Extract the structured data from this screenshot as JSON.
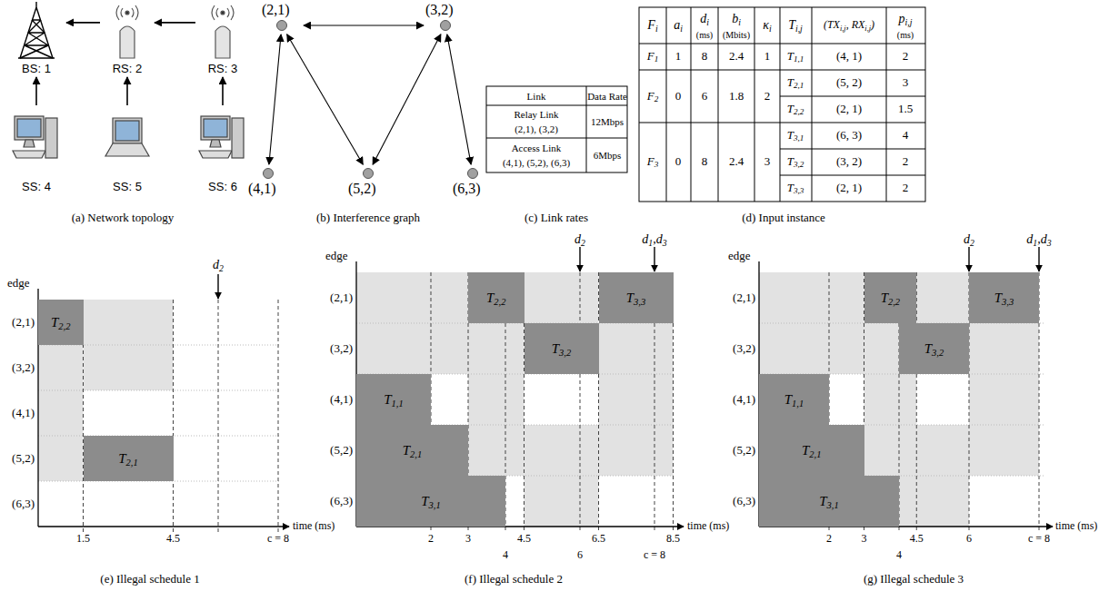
{
  "diagram": {
    "nodes": [
      {
        "text": [
          "BS: 1"
        ]
      },
      {
        "text": [
          "RS: 2"
        ]
      },
      {
        "text": [
          "RS: 3"
        ]
      },
      {
        "text": [
          "SS: 4"
        ]
      },
      {
        "text": [
          "SS: 5"
        ]
      },
      {
        "text": [
          "SS: 6"
        ]
      },
      {
        "text": [
          "(2,1)"
        ]
      },
      {
        "text": [
          "(3,2)"
        ]
      },
      {
        "text": [
          "(4,1)"
        ]
      },
      {
        "text": [
          "(5,2)"
        ]
      },
      {
        "text": [
          "(6,3)"
        ]
      },
      {
        "text": [
          "T2,2"
        ]
      },
      {
        "text": [
          "T2,1"
        ]
      },
      {
        "text": [
          "T1,1"
        ]
      },
      {
        "text": [
          "T2,1"
        ]
      },
      {
        "text": [
          "T3,1"
        ]
      },
      {
        "text": [
          "T2,2"
        ]
      },
      {
        "text": [
          "T3,2"
        ]
      },
      {
        "text": [
          "T3,3"
        ]
      },
      {
        "text": [
          "T1,1"
        ]
      },
      {
        "text": [
          "T2,1"
        ]
      },
      {
        "text": [
          "T3,1"
        ]
      },
      {
        "text": [
          "T2,2"
        ]
      },
      {
        "text": [
          "T3,2"
        ]
      },
      {
        "text": [
          "T3,3"
        ]
      }
    ],
    "edges": [
      {
        "from": 1,
        "to": 0,
        "arrow": "to"
      },
      {
        "from": 2,
        "to": 1,
        "arrow": "to"
      },
      {
        "from": 3,
        "to": 0,
        "arrow": "to"
      },
      {
        "from": 4,
        "to": 1,
        "arrow": "to"
      },
      {
        "from": 5,
        "to": 2,
        "arrow": "to"
      },
      {
        "from": 6,
        "to": 7,
        "arrow": "both"
      },
      {
        "from": 6,
        "to": 8,
        "arrow": "both"
      },
      {
        "from": 6,
        "to": 9,
        "arrow": "both"
      },
      {
        "from": 7,
        "to": 9,
        "arrow": "both"
      },
      {
        "from": 7,
        "to": 10,
        "arrow": "both"
      }
    ],
    "labels": [
      "(a) Network topology",
      "(b) Interference graph",
      "(c) Link rates",
      "(d) Input instance",
      "Link",
      "Data Rate",
      "Relay Link",
      "(2,1), (3,2)",
      "12Mbps",
      "Access Link",
      "(4,1), (5,2), (6,3)",
      "6Mbps",
      "Fi",
      "ai",
      "di",
      "(ms)",
      "bi",
      "(Mbits)",
      "κi",
      "Ti,j",
      "(TXi,j, RXi,j)",
      "pi,j",
      "(ms)",
      "F1",
      "1",
      "8",
      "2.4",
      "1",
      "T1,1",
      "(4, 1)",
      "2",
      "F2",
      "0",
      "6",
      "1.8",
      "2",
      "T2,1",
      "(5, 2)",
      "3",
      "T2,2",
      "(2, 1)",
      "1.5",
      "F3",
      "0",
      "8",
      "2.4",
      "3",
      "T3,1",
      "(6, 3)",
      "4",
      "T3,2",
      "(3, 2)",
      "2",
      "T3,3",
      "(2, 1)",
      "2",
      "edge",
      "(2,1)",
      "(3,2)",
      "(4,1)",
      "(5,2)",
      "(6,3)",
      "1.5",
      "4.5",
      "c = 8",
      "time (ms)",
      "d2",
      "edge",
      "(2,1)",
      "(3,2)",
      "(4,1)",
      "(5,2)",
      "(6,3)",
      "2",
      "3",
      "4.5",
      "6.5",
      "8.5",
      "4",
      "6",
      "c = 8",
      "time (ms)",
      "d2",
      "d1,d3",
      "edge",
      "(2,1)",
      "(3,2)",
      "(4,1)",
      "(5,2)",
      "(6,3)",
      "2",
      "3",
      "4.5",
      "6",
      "c = 8",
      "4",
      "time (ms)",
      "d2",
      "d1,d3",
      "(e) Illegal schedule 1",
      "(f) Illegal schedule 2",
      "(g) Illegal schedule 3"
    ]
  }
}
